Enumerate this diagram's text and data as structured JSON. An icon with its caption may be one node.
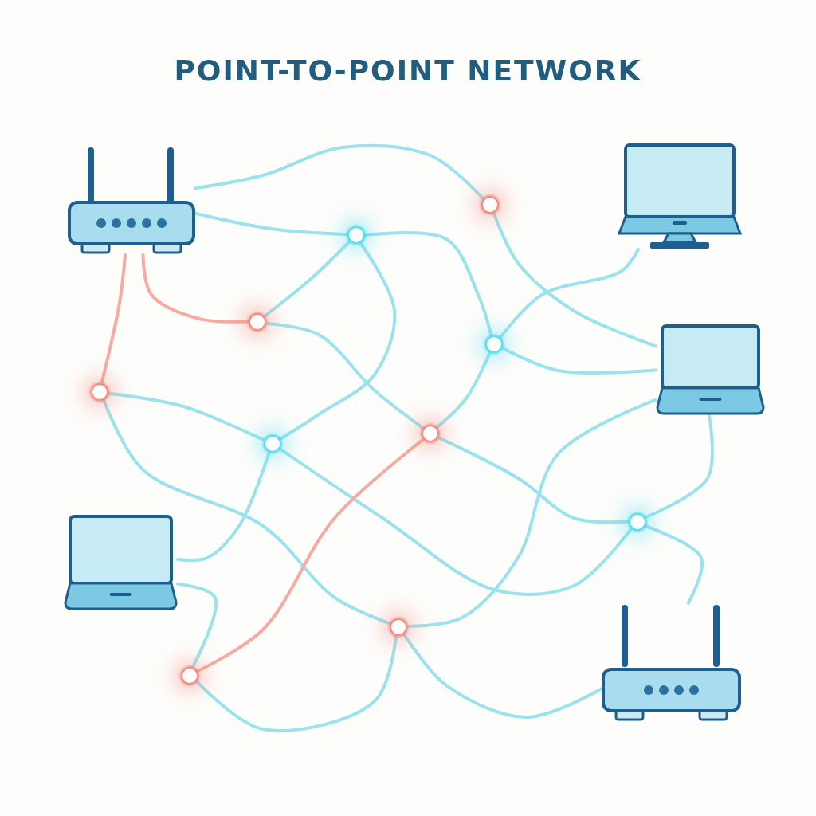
{
  "diagram": {
    "title": "POINT-TO-POINT NETWORK",
    "nodes": [
      {
        "text": [],
        "shape": "router"
      },
      {
        "text": [],
        "shape": "monitor"
      },
      {
        "text": [],
        "shape": "laptop"
      },
      {
        "text": [],
        "shape": "laptop"
      },
      {
        "text": [],
        "shape": "router"
      },
      {
        "text": [],
        "shape": "circle"
      },
      {
        "text": [],
        "shape": "circle"
      },
      {
        "text": [],
        "shape": "circle"
      },
      {
        "text": [],
        "shape": "circle"
      },
      {
        "text": [],
        "shape": "circle"
      },
      {
        "text": [],
        "shape": "circle"
      },
      {
        "text": [],
        "shape": "circle"
      },
      {
        "text": [],
        "shape": "circle"
      },
      {
        "text": [],
        "shape": "circle"
      },
      {
        "text": [],
        "shape": "circle"
      }
    ],
    "edges": [
      {
        "from": 0,
        "to": 5,
        "arrow": "none"
      },
      {
        "from": 0,
        "to": 6,
        "arrow": "none"
      },
      {
        "from": 0,
        "to": 9,
        "arrow": "none",
        "color": "#f7aaa1"
      },
      {
        "from": 0,
        "to": 7,
        "arrow": "none",
        "color": "#f7aaa1"
      },
      {
        "from": 5,
        "to": 2,
        "arrow": "none"
      },
      {
        "from": 6,
        "to": 7,
        "arrow": "none"
      },
      {
        "from": 6,
        "to": 8,
        "arrow": "none"
      },
      {
        "from": 6,
        "to": 11,
        "arrow": "none"
      },
      {
        "from": 7,
        "to": 10,
        "arrow": "none"
      },
      {
        "from": 8,
        "to": 1,
        "arrow": "none"
      },
      {
        "from": 8,
        "to": 2,
        "arrow": "none"
      },
      {
        "from": 8,
        "to": 10,
        "arrow": "none"
      },
      {
        "from": 9,
        "to": 11,
        "arrow": "none"
      },
      {
        "from": 9,
        "to": 13,
        "arrow": "none"
      },
      {
        "from": 11,
        "to": 3,
        "arrow": "none"
      },
      {
        "from": 11,
        "to": 12,
        "arrow": "none"
      },
      {
        "from": 10,
        "to": 14,
        "arrow": "none",
        "color": "#f7aaa1"
      },
      {
        "from": 10,
        "to": 12,
        "arrow": "none"
      },
      {
        "from": 2,
        "to": 13,
        "arrow": "none"
      },
      {
        "from": 2,
        "to": 12,
        "arrow": "none"
      },
      {
        "from": 12,
        "to": 4,
        "arrow": "none"
      },
      {
        "from": 3,
        "to": 14,
        "arrow": "none"
      },
      {
        "from": 13,
        "to": 14,
        "arrow": "none"
      },
      {
        "from": 13,
        "to": 4,
        "arrow": "none"
      }
    ]
  }
}
